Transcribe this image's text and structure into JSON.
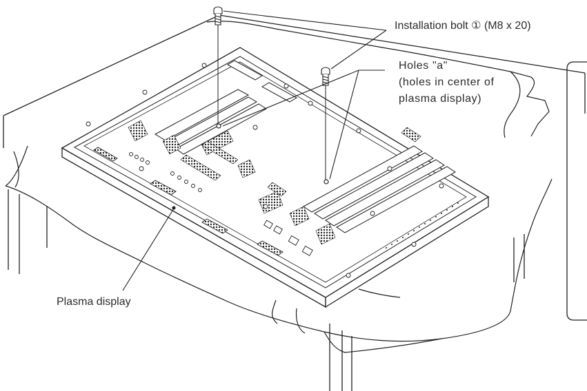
{
  "labels": {
    "bolt": "Installation bolt ① (M8 x 20)",
    "holes_line1": "Holes \"a\"",
    "holes_line2": "(holes in center of",
    "holes_line3": "plasma display)",
    "plasma": "Plasma display"
  },
  "colors": {
    "line": "#1e1e1e",
    "dark": "#2b2b2b",
    "background": "#ffffff"
  },
  "icons": {
    "bolt": "bolt-icon"
  }
}
